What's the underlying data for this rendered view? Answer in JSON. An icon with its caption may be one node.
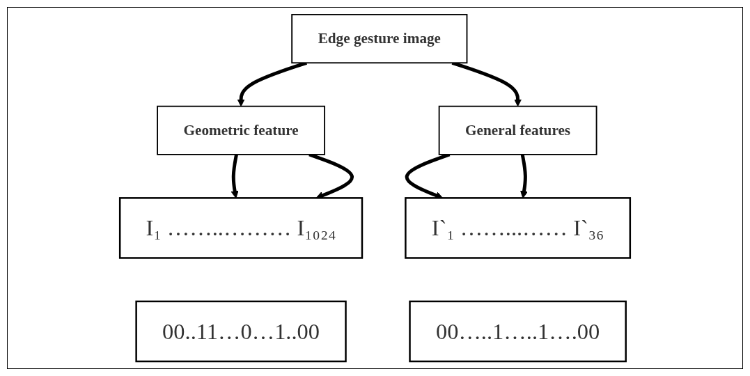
{
  "diagram": {
    "nodes": [
      {
        "text": [
          "Edge gesture image"
        ]
      },
      {
        "text": [
          "Geometric feature"
        ]
      },
      {
        "text": [
          "General features"
        ]
      },
      {
        "text": [
          "I₁ ……..……… I₁₀₂₄"
        ]
      },
      {
        "text": [
          "00..11…0…1..00"
        ]
      },
      {
        "text": [
          "I`₁ ……...…… I`₃₆"
        ]
      },
      {
        "text": [
          "00…..1…..1….00"
        ]
      }
    ],
    "edges": [
      {
        "from": 0,
        "to": 1,
        "arrow": "to"
      },
      {
        "from": 0,
        "to": 2,
        "arrow": "to"
      },
      {
        "from": 1,
        "to": 3,
        "arrow": "to"
      },
      {
        "from": 1,
        "to": 3,
        "arrow": "to"
      },
      {
        "from": 2,
        "to": 5,
        "arrow": "to"
      },
      {
        "from": 2,
        "to": 5,
        "arrow": "to"
      }
    ]
  }
}
